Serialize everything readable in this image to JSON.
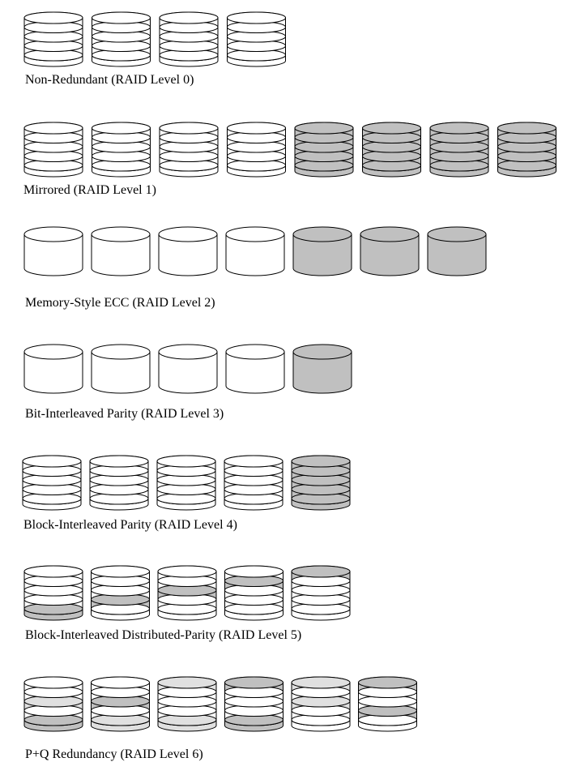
{
  "colors": {
    "white": "#ffffff",
    "dark": "#c0c0c0",
    "light": "#e0e0e0",
    "stroke": "#000000"
  },
  "rows": [
    {
      "id": "raid0",
      "label": "Non-Redundant (RAID Level 0)",
      "disks": [
        {
          "style": "stack",
          "platters": [
            "white",
            "white",
            "white",
            "white",
            "white"
          ]
        },
        {
          "style": "stack",
          "platters": [
            "white",
            "white",
            "white",
            "white",
            "white"
          ]
        },
        {
          "style": "stack",
          "platters": [
            "white",
            "white",
            "white",
            "white",
            "white"
          ]
        },
        {
          "style": "stack",
          "platters": [
            "white",
            "white",
            "white",
            "white",
            "white"
          ]
        }
      ]
    },
    {
      "id": "raid1",
      "label": "Mirrored (RAID Level 1)",
      "disks": [
        {
          "style": "stack",
          "platters": [
            "white",
            "white",
            "white",
            "white",
            "white"
          ]
        },
        {
          "style": "stack",
          "platters": [
            "white",
            "white",
            "white",
            "white",
            "white"
          ]
        },
        {
          "style": "stack",
          "platters": [
            "white",
            "white",
            "white",
            "white",
            "white"
          ]
        },
        {
          "style": "stack",
          "platters": [
            "white",
            "white",
            "white",
            "white",
            "white"
          ]
        },
        {
          "style": "stack",
          "platters": [
            "dark",
            "dark",
            "dark",
            "dark",
            "dark"
          ]
        },
        {
          "style": "stack",
          "platters": [
            "dark",
            "dark",
            "dark",
            "dark",
            "dark"
          ]
        },
        {
          "style": "stack",
          "platters": [
            "dark",
            "dark",
            "dark",
            "dark",
            "dark"
          ]
        },
        {
          "style": "stack",
          "platters": [
            "dark",
            "dark",
            "dark",
            "dark",
            "dark"
          ]
        }
      ]
    },
    {
      "id": "raid2",
      "label": "Memory-Style ECC (RAID Level 2)",
      "disks": [
        {
          "style": "cylinder",
          "fill": "white"
        },
        {
          "style": "cylinder",
          "fill": "white"
        },
        {
          "style": "cylinder",
          "fill": "white"
        },
        {
          "style": "cylinder",
          "fill": "white"
        },
        {
          "style": "cylinder",
          "fill": "dark"
        },
        {
          "style": "cylinder",
          "fill": "dark"
        },
        {
          "style": "cylinder",
          "fill": "dark"
        }
      ]
    },
    {
      "id": "raid3",
      "label": "Bit-Interleaved Parity (RAID Level 3)",
      "disks": [
        {
          "style": "cylinder",
          "fill": "white"
        },
        {
          "style": "cylinder",
          "fill": "white"
        },
        {
          "style": "cylinder",
          "fill": "white"
        },
        {
          "style": "cylinder",
          "fill": "white"
        },
        {
          "style": "cylinder",
          "fill": "dark"
        }
      ]
    },
    {
      "id": "raid4",
      "label": "Block-Interleaved Parity (RAID Level 4)",
      "disks": [
        {
          "style": "stack",
          "platters": [
            "white",
            "white",
            "white",
            "white",
            "white"
          ]
        },
        {
          "style": "stack",
          "platters": [
            "white",
            "white",
            "white",
            "white",
            "white"
          ]
        },
        {
          "style": "stack",
          "platters": [
            "white",
            "white",
            "white",
            "white",
            "white"
          ]
        },
        {
          "style": "stack",
          "platters": [
            "white",
            "white",
            "white",
            "white",
            "white"
          ]
        },
        {
          "style": "stack",
          "platters": [
            "dark",
            "dark",
            "dark",
            "dark",
            "dark"
          ]
        }
      ]
    },
    {
      "id": "raid5",
      "label": "Block-Interleaved Distributed-Parity (RAID Level 5)",
      "disks": [
        {
          "style": "stack",
          "platters": [
            "white",
            "white",
            "white",
            "white",
            "dark"
          ]
        },
        {
          "style": "stack",
          "platters": [
            "white",
            "white",
            "white",
            "dark",
            "white"
          ]
        },
        {
          "style": "stack",
          "platters": [
            "white",
            "white",
            "dark",
            "white",
            "white"
          ]
        },
        {
          "style": "stack",
          "platters": [
            "white",
            "dark",
            "white",
            "white",
            "white"
          ]
        },
        {
          "style": "stack",
          "platters": [
            "dark",
            "white",
            "white",
            "white",
            "white"
          ]
        }
      ]
    },
    {
      "id": "raid6",
      "label": "P+Q Redundancy (RAID Level 6)",
      "disks": [
        {
          "style": "stack",
          "platters": [
            "white",
            "white",
            "light",
            "white",
            "dark"
          ]
        },
        {
          "style": "stack",
          "platters": [
            "white",
            "white",
            "dark",
            "white",
            "light"
          ]
        },
        {
          "style": "stack",
          "platters": [
            "light",
            "white",
            "white",
            "white",
            "light"
          ]
        },
        {
          "style": "stack",
          "platters": [
            "dark",
            "white",
            "white",
            "white",
            "dark"
          ]
        },
        {
          "style": "stack",
          "platters": [
            "light",
            "white",
            "light",
            "white",
            "white"
          ]
        },
        {
          "style": "stack",
          "platters": [
            "dark",
            "white",
            "white",
            "dark",
            "white"
          ]
        }
      ]
    }
  ]
}
